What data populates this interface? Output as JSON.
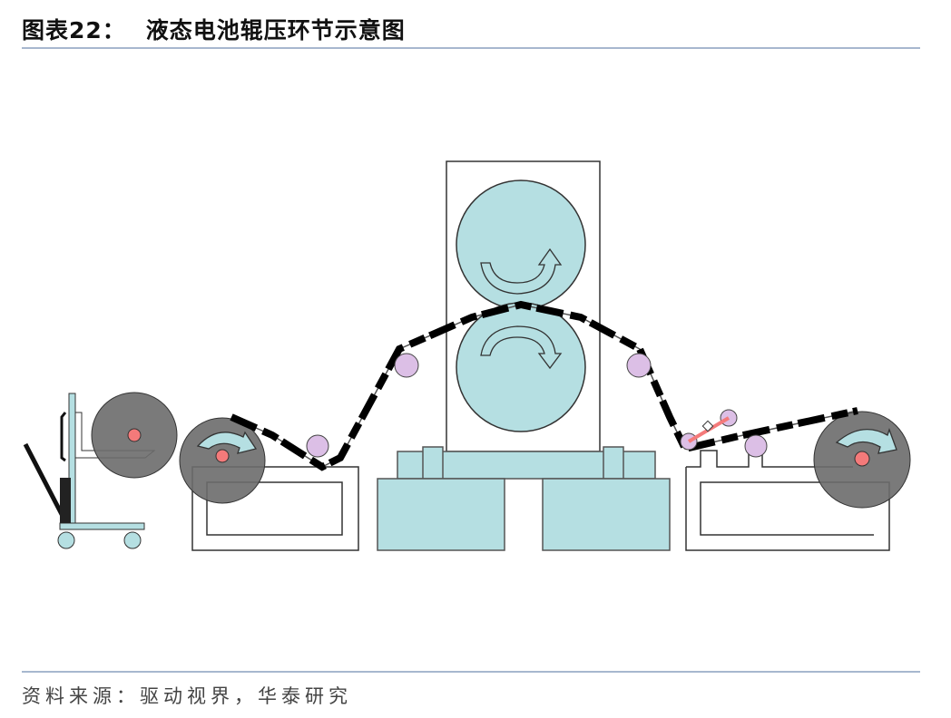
{
  "header": {
    "figure_label": "图表22：",
    "title": "液态电池辊压环节示意图"
  },
  "footer": {
    "source": "资料来源：驱动视界，华泰研究"
  },
  "colors": {
    "roller": "#b5dfe2",
    "roll": "#6c6c6c",
    "core": "#f47a7a",
    "guide": "#dcbfe6",
    "rule": "#a7b7cf"
  }
}
